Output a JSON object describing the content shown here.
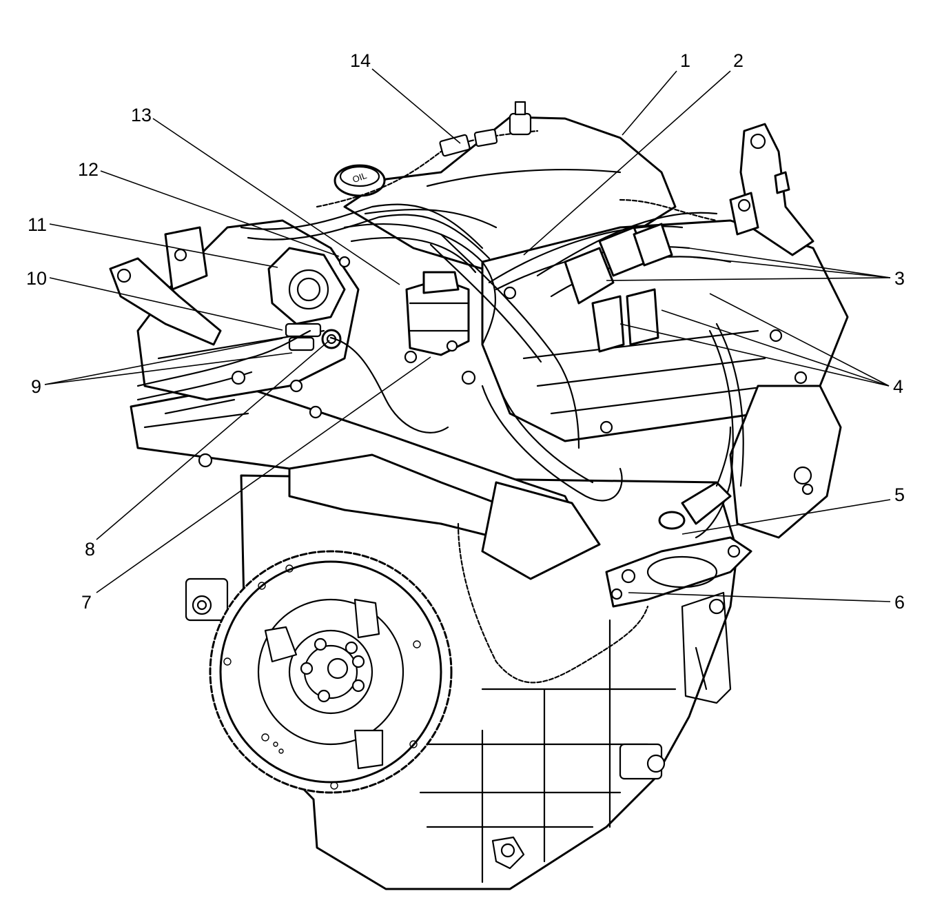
{
  "callouts": [
    {
      "label": "1"
    },
    {
      "label": "2"
    },
    {
      "label": "3"
    },
    {
      "label": "4"
    },
    {
      "label": "5"
    },
    {
      "label": "6"
    },
    {
      "label": "7"
    },
    {
      "label": "8"
    },
    {
      "label": "9"
    },
    {
      "label": "10"
    },
    {
      "label": "11"
    },
    {
      "label": "12"
    },
    {
      "label": "13"
    },
    {
      "label": "14"
    }
  ],
  "components": {
    "oil_fill_cap": {
      "text": "OIL"
    }
  }
}
